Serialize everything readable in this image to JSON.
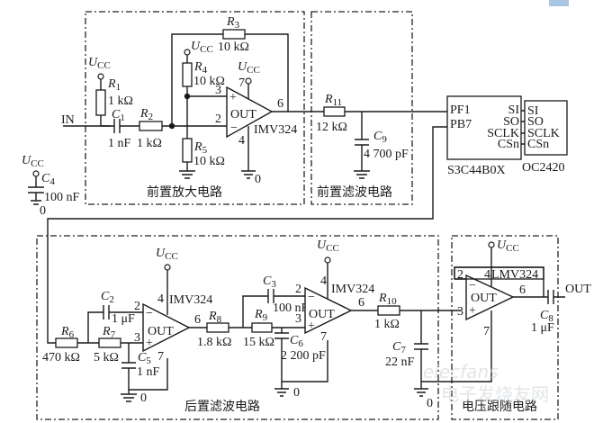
{
  "sections": {
    "preamp": "前置放大电路",
    "prefilter": "前置滤波电路",
    "postfilter": "后置滤波电路",
    "follower": "电压跟随电路"
  },
  "io": {
    "in": "IN",
    "out": "OUT"
  },
  "supply": "U",
  "supply_sub": "CC",
  "ground": "0",
  "components": {
    "R1": {
      "name": "R",
      "sub": "1",
      "value": "1 kΩ"
    },
    "R2": {
      "name": "R",
      "sub": "2",
      "value": "1 kΩ"
    },
    "R3": {
      "name": "R",
      "sub": "3",
      "value": "10 kΩ"
    },
    "R4": {
      "name": "R",
      "sub": "4",
      "value": "10 kΩ"
    },
    "R5": {
      "name": "R",
      "sub": "5",
      "value": "10 kΩ"
    },
    "R6": {
      "name": "R",
      "sub": "6",
      "value": "470 kΩ"
    },
    "R7": {
      "name": "R",
      "sub": "7",
      "value": "5 kΩ"
    },
    "R8": {
      "name": "R",
      "sub": "8",
      "value": "1.8 kΩ"
    },
    "R9": {
      "name": "R",
      "sub": "9",
      "value": "15 kΩ"
    },
    "R10": {
      "name": "R",
      "sub": "10",
      "value": "1 kΩ"
    },
    "R11": {
      "name": "R",
      "sub": "11",
      "value": "12 kΩ"
    },
    "C1": {
      "name": "C",
      "sub": "1",
      "value": "1 nF"
    },
    "C2": {
      "name": "C",
      "sub": "2",
      "value": "1 μF"
    },
    "C3": {
      "name": "C",
      "sub": "3",
      "value": "100 nF"
    },
    "C4": {
      "name": "C",
      "sub": "4",
      "value": "100 nF"
    },
    "C5": {
      "name": "C",
      "sub": "5",
      "value": "1 nF"
    },
    "C6": {
      "name": "C",
      "sub": "6",
      "value": "2 200 pF"
    },
    "C7": {
      "name": "C",
      "sub": "7",
      "value": "22 nF"
    },
    "C8": {
      "name": "C",
      "sub": "8",
      "value": "1 μF"
    },
    "C9": {
      "name": "C",
      "sub": "9",
      "value": "4 700 pF"
    }
  },
  "opamps": {
    "U1": {
      "part": "IMV324",
      "out": "OUT",
      "pins": {
        "inv": "2",
        "noninv": "3",
        "out": "6",
        "vcc": "7",
        "gnd": "4"
      }
    },
    "U2": {
      "part": "IMV324",
      "out": "OUT",
      "pins": {
        "inv": "2",
        "noninv": "3",
        "out": "6",
        "vcc": "4",
        "gnd": "7"
      }
    },
    "U3": {
      "part": "IMV324",
      "out": "OUT",
      "pins": {
        "inv": "2",
        "noninv": "3",
        "out": "6",
        "vcc": "4",
        "gnd": "7"
      }
    },
    "U4": {
      "part": "LMV324",
      "out": "OUT",
      "pins": {
        "inv": "2",
        "noninv": "3",
        "out": "6",
        "vcc": "4",
        "gnd": "7"
      }
    }
  },
  "mcu": {
    "name": "S3C44B0X",
    "left_pins": [
      "PF1",
      "PB7"
    ],
    "right_pins": [
      "SI",
      "SO",
      "SCLK",
      "CSn"
    ]
  },
  "sensor": {
    "name": "OC2420",
    "pins": [
      "SI",
      "SO",
      "SCLK",
      "CSn"
    ]
  },
  "watermark": {
    "line1": "elecfans",
    "line2": "电子发烧友网"
  }
}
